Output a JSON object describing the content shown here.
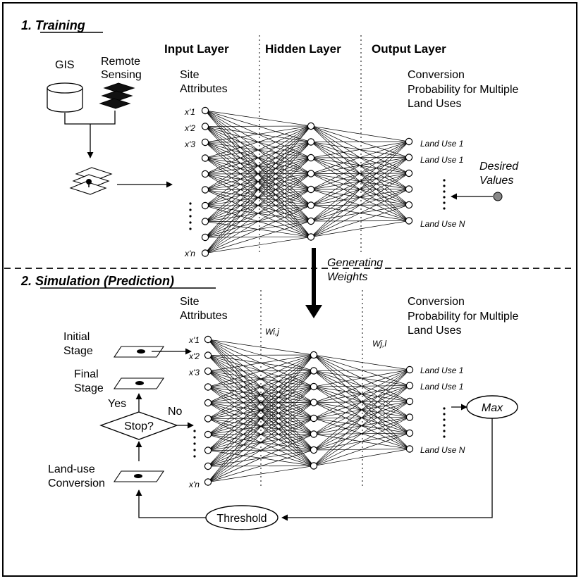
{
  "section1": {
    "title": "1. Training"
  },
  "section2": {
    "title": "2. Simulation (Prediction)"
  },
  "layers": {
    "input": "Input Layer",
    "hidden": "Hidden Layer",
    "output": "Output Layer"
  },
  "training": {
    "gis": "GIS",
    "remote1": "Remote",
    "remote2": "Sensing",
    "site1": "Site",
    "site2": "Attributes",
    "conv1": "Conversion",
    "conv2": "Probability for Multiple",
    "conv3": "Land Uses",
    "outputs": [
      "Land Use 1",
      "Land Use 1",
      "Land Use N"
    ],
    "desired1": "Desired",
    "desired2": "Values",
    "inputs": [
      "x'1",
      "x'2",
      "x'3",
      "x'n"
    ]
  },
  "generating": {
    "line1": "Generating",
    "line2": "Weights"
  },
  "simulation": {
    "site1": "Site",
    "site2": "Attributes",
    "conv1": "Conversion",
    "conv2": "Probability for Multiple",
    "conv3": "Land Uses",
    "wij": "Wi,j",
    "wjl": "Wj,l",
    "initial1": "Initial",
    "initial2": "Stage",
    "final1": "Final",
    "final2": "Stage",
    "yes": "Yes",
    "no": "No",
    "stop": "Stop?",
    "landuse1": "Land-use",
    "landuse2": "Conversion",
    "threshold": "Threshold",
    "max": "Max",
    "outputs": [
      "Land Use 1",
      "Land Use 1",
      "Land Use N"
    ],
    "inputs": [
      "x'1",
      "x'2",
      "x'3",
      "x'n"
    ]
  }
}
